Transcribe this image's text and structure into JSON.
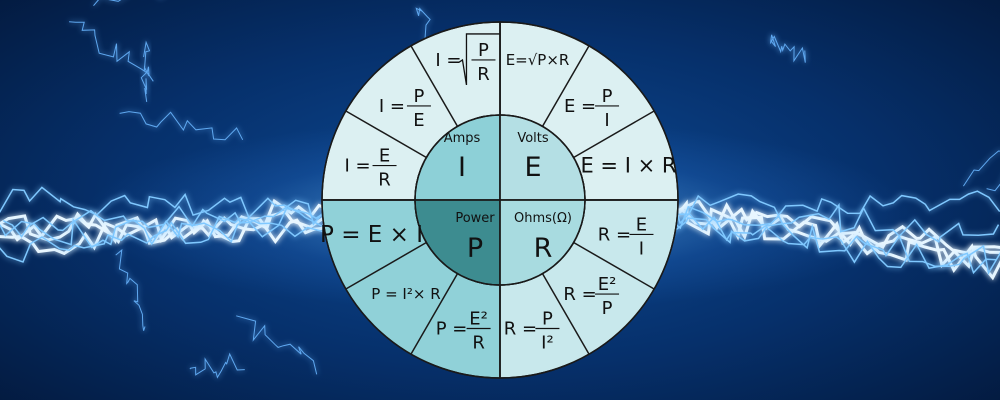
{
  "colors": {
    "outer_top": "#dcf0f2",
    "outer_bottom_left": "#90d1d8",
    "outer_bottom_right": "#c8e8ec",
    "inner_amps": "#8dd0d7",
    "inner_volts": "#b4dfe4",
    "inner_power": "#3d8c90",
    "inner_ohms": "#a8dbe0",
    "line": "#1a1a1a"
  },
  "quantities": [
    {
      "label": "Amps",
      "symbol": "I"
    },
    {
      "label": "Volts",
      "symbol": "E"
    },
    {
      "label": "Power",
      "symbol": "P"
    },
    {
      "label": "Ohms(Ω)",
      "symbol": "R"
    }
  ],
  "formulas": [
    {
      "angle": 105,
      "lhs": "I =",
      "num": "P",
      "den": "R",
      "sqrt": true
    },
    {
      "angle": 135,
      "lhs": "I =",
      "num": "P",
      "den": "E"
    },
    {
      "angle": 165,
      "lhs": "I =",
      "num": "E",
      "den": "R"
    },
    {
      "angle": 75,
      "text": "E=√P×R",
      "size": 15
    },
    {
      "angle": 45,
      "lhs": "E =",
      "num": "P",
      "den": "I"
    },
    {
      "angle": 15,
      "text": "E = I × R",
      "size": 21
    },
    {
      "angle": 345,
      "lhs": "R =",
      "num": "E",
      "den": "I"
    },
    {
      "angle": 315,
      "lhs": "R =",
      "num": "E²",
      "den": "P"
    },
    {
      "angle": 285,
      "lhs": "R =",
      "num": "P",
      "den": "I²"
    },
    {
      "angle": 255,
      "lhs": "P =",
      "num": "E²",
      "den": "R"
    },
    {
      "angle": 225,
      "text": "P = I²× R",
      "size": 15
    },
    {
      "angle": 195,
      "text": "P = E × I",
      "size": 23
    }
  ]
}
